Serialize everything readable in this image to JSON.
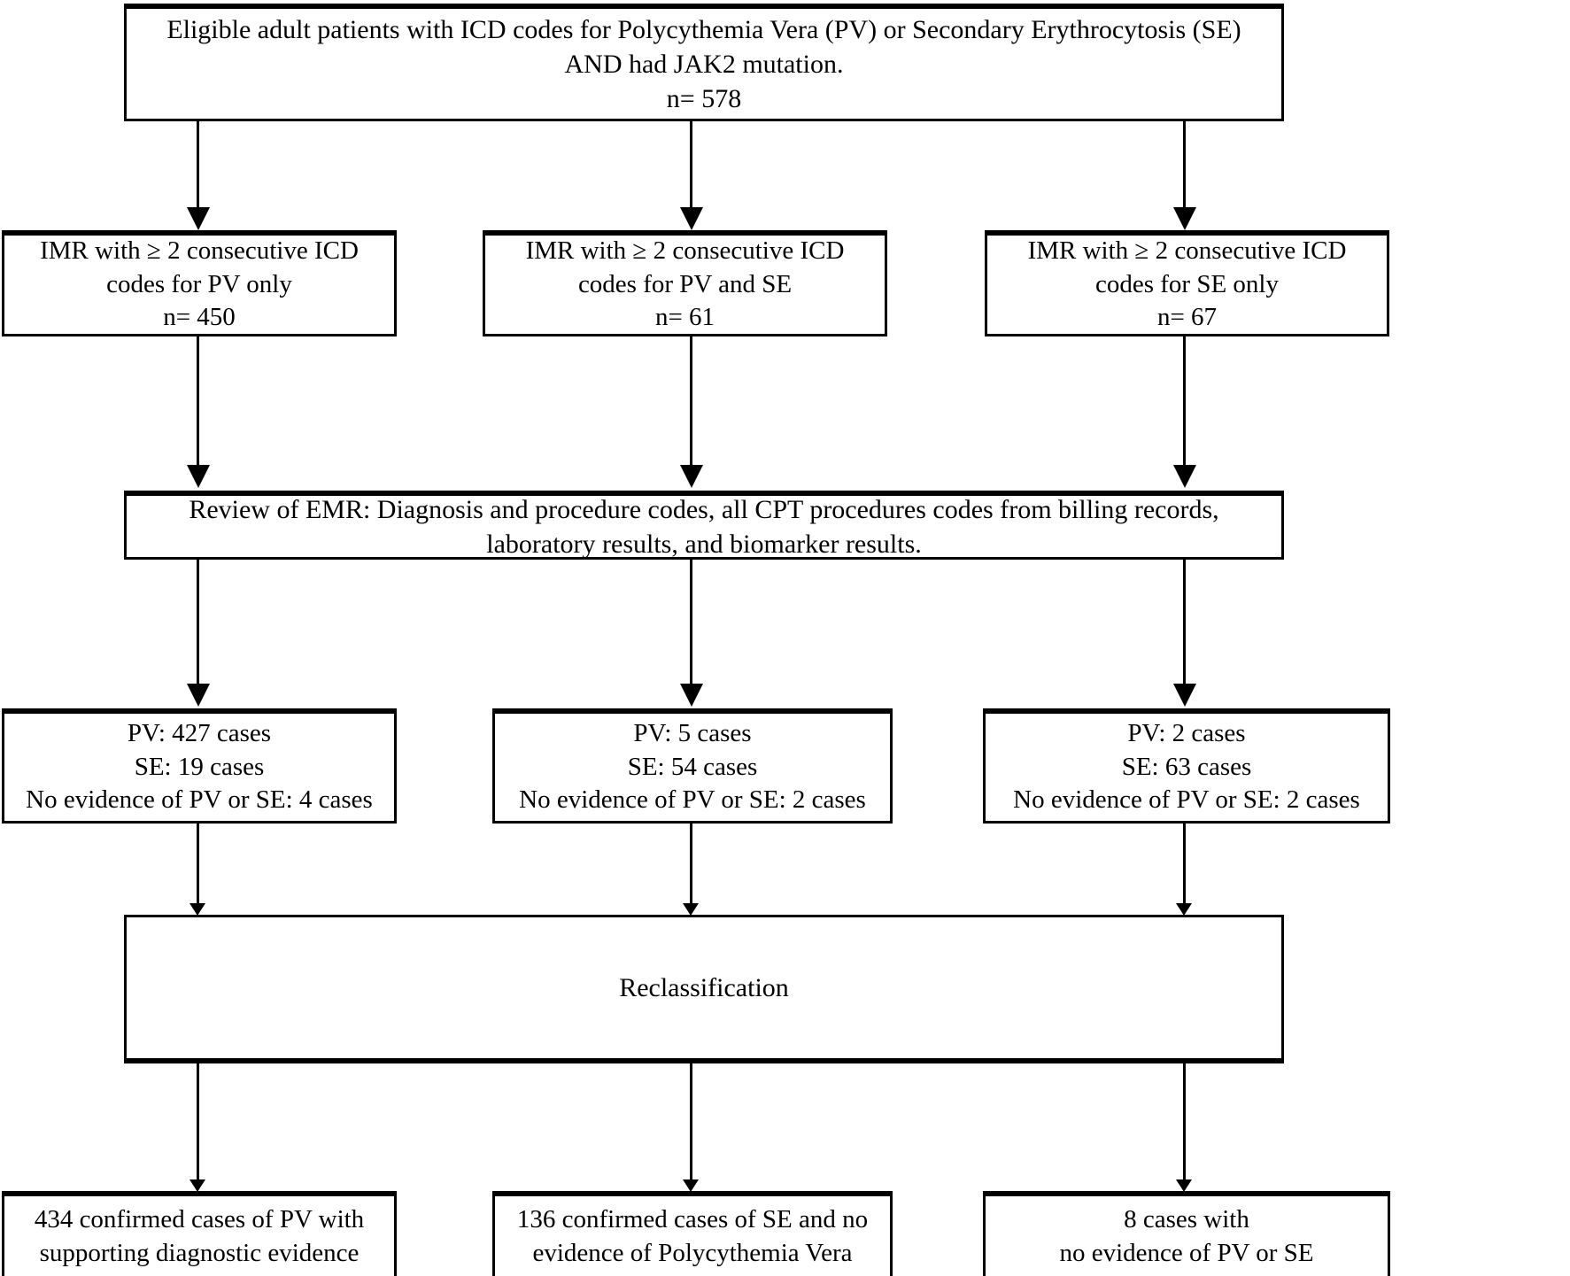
{
  "diagram": {
    "title": "Patient selection and reclassification flowchart",
    "type": "flowchart",
    "orientation": "top-to-bottom",
    "colors": {
      "stroke": "#000000",
      "fill": "#ffffff",
      "text": "#000000"
    },
    "levels": [
      {
        "id": "level-1",
        "name": "eligible-cohort",
        "nodes": [
          {
            "id": "node-eligible",
            "name": "eligible-patients-box",
            "text": "Eligible adult patients with ICD codes for Polycythemia Vera (PV) or Secondary Erythrocytosis (SE) AND had JAK2 mutation.\nn= 578",
            "n": 578
          }
        ]
      },
      {
        "id": "level-2",
        "name": "imr-icd-code-groups",
        "nodes": [
          {
            "id": "node-imr-pv",
            "name": "imr-pv-only-box",
            "text": "IMR with ≥ 2 consecutive ICD\ncodes for PV only\nn= 450",
            "n": 450
          },
          {
            "id": "node-imr-pv-se",
            "name": "imr-pv-and-se-box",
            "text": "IMR with ≥ 2 consecutive ICD\ncodes for PV and SE\nn= 61",
            "n": 61
          },
          {
            "id": "node-imr-se",
            "name": "imr-se-only-box",
            "text": "IMR with ≥ 2 consecutive ICD\ncodes for SE only\nn= 67",
            "n": 67
          }
        ]
      },
      {
        "id": "level-3",
        "name": "emr-review",
        "nodes": [
          {
            "id": "node-emr-review",
            "name": "emr-review-box",
            "text": "Review of EMR: Diagnosis and procedure codes, all CPT procedures codes from billing records, laboratory results, and biomarker results."
          }
        ]
      },
      {
        "id": "level-4",
        "name": "case-adjudication",
        "nodes": [
          {
            "id": "node-cases-pv",
            "name": "cases-from-pv-only-box",
            "text": "PV: 427 cases\nSE: 19 cases\nNo evidence of PV or SE: 4 cases",
            "pv": 427,
            "se": 19,
            "no_evidence": 4
          },
          {
            "id": "node-cases-pv-se",
            "name": "cases-from-pv-and-se-box",
            "text": "PV: 5 cases\nSE: 54 cases\nNo evidence of PV or SE: 2 cases",
            "pv": 5,
            "se": 54,
            "no_evidence": 2
          },
          {
            "id": "node-cases-se",
            "name": "cases-from-se-only-box",
            "text": "PV: 2 cases\nSE: 63 cases\nNo evidence of PV or SE: 2 cases",
            "pv": 2,
            "se": 63,
            "no_evidence": 2
          }
        ]
      },
      {
        "id": "level-5",
        "name": "reclassification",
        "nodes": [
          {
            "id": "node-reclassification",
            "name": "reclassification-box",
            "text": "Reclassification"
          }
        ]
      },
      {
        "id": "level-6",
        "name": "final-classification",
        "nodes": [
          {
            "id": "node-final-pv",
            "name": "confirmed-pv-box",
            "text": "434 confirmed cases of PV with\nsupporting diagnostic evidence",
            "n": 434
          },
          {
            "id": "node-final-se",
            "name": "confirmed-se-box",
            "text": "136 confirmed cases of SE and no\nevidence of Polycythemia Vera",
            "n": 136
          },
          {
            "id": "node-final-none",
            "name": "no-evidence-box",
            "text": "8 cases with\nno evidence of PV or SE",
            "n": 8
          }
        ]
      }
    ]
  }
}
